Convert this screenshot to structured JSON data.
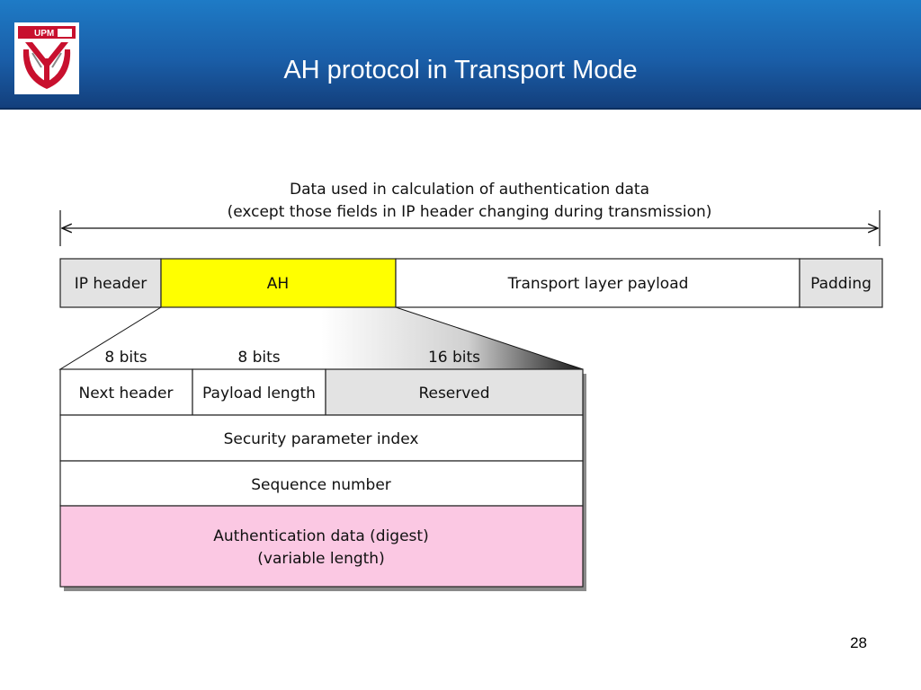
{
  "slide": {
    "title": "AH protocol in Transport Mode",
    "page_number": "28"
  },
  "logo": {
    "text": "UPM"
  },
  "diagram": {
    "span_label_line1": "Data used in calculation of authentication data",
    "span_label_line2": "(except those fields in IP header changing during transmission)",
    "packet": {
      "ip_header": "IP header",
      "ah": "AH",
      "payload": "Transport layer payload",
      "padding": "Padding"
    },
    "bit_labels": [
      "8 bits",
      "8 bits",
      "16 bits"
    ],
    "ah_format": {
      "next_header": "Next header",
      "payload_length": "Payload length",
      "reserved": "Reserved",
      "spi": "Security parameter index",
      "sequence": "Sequence number",
      "auth_line1": "Authentication data (digest)",
      "auth_line2": "(variable length)"
    },
    "colors": {
      "ah": "#ffff00",
      "grey_field": "#e3e3e3",
      "auth_data": "#fbc8e3",
      "header_blue": "#1a5ea8"
    }
  }
}
